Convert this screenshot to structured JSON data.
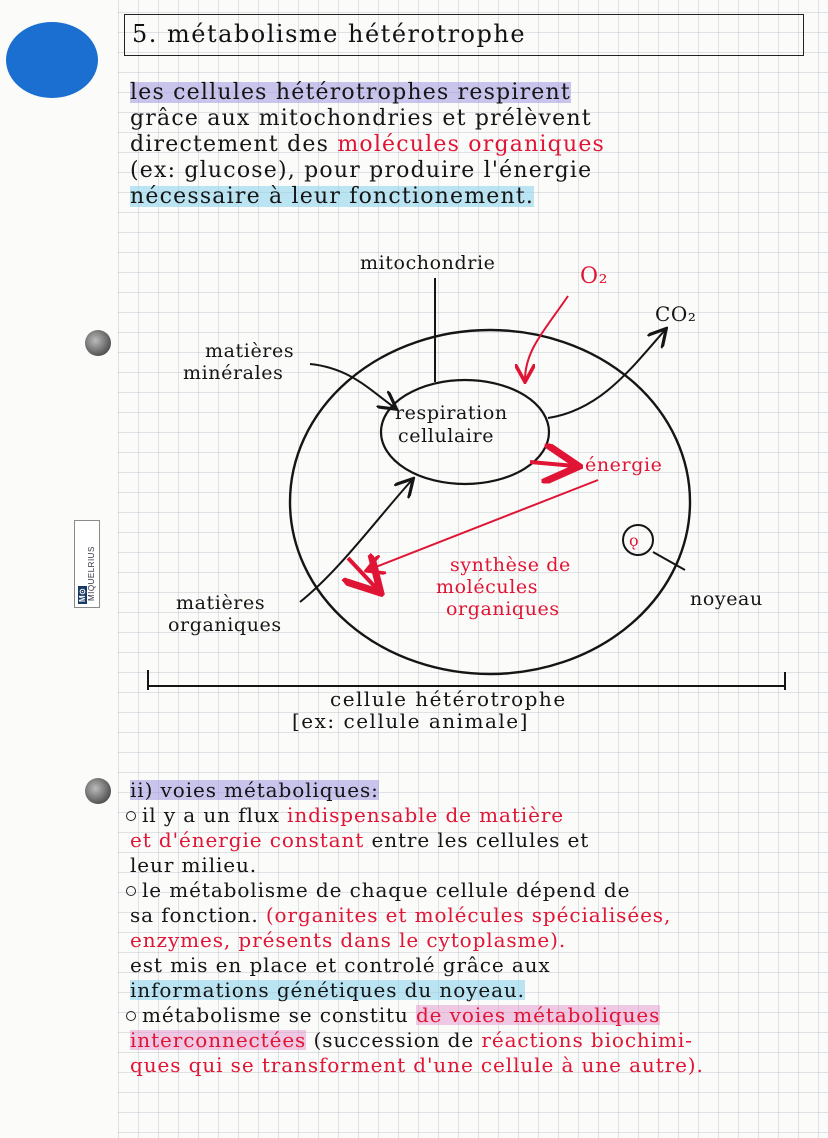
{
  "brand": "MIQUELRIUS",
  "brand_short": "M⊙",
  "title": "5. métabolisme hétérotrophe",
  "intro": {
    "l1a": "les cellules hétérotrophes respirent",
    "l2a": "grâce aux mitochondries et prélèvent",
    "l3a": "directement des ",
    "l3b": "molécules organiques",
    "l4a": "(ex: glucose), pour produire l'énergie",
    "l5a": "nécessaire à leur fonctionement."
  },
  "diagram": {
    "mitochondrie": "mitochondrie",
    "o2": "O₂",
    "co2": "CO₂",
    "matieres_minerales_1": "matières",
    "matieres_minerales_2": "minérales",
    "respiration_1": "respiration",
    "respiration_2": "cellulaire",
    "energie": "énergie",
    "synthese_1": "synthèse de",
    "synthese_2": "molécules",
    "synthese_3": "organiques",
    "matieres_organiques_1": "matières",
    "matieres_organiques_2": "organiques",
    "noyeau": "noyeau",
    "caption_1": "cellule hétérotrophe",
    "caption_2": "[ex: cellule animale]"
  },
  "section2": {
    "heading": "ii) voies métaboliques:",
    "b1_l1a": "il y a un flux ",
    "b1_l1b": "indispensable de matière",
    "b1_l2a": "et d'énergie constant",
    "b1_l2b": " entre les cellules et",
    "b1_l3": "leur milieu.",
    "b2_l1": "le métabolisme de chaque cellule dépend de",
    "b2_l2a": "sa fonction. ",
    "b2_l2b": "(organites et molécules spécialisées,",
    "b2_l3": "enzymes, présents dans le cytoplasme).",
    "b2_l4": "est mis en place et controlé grâce aux",
    "b2_l5": "informations génétiques du noyeau.",
    "b3_l1a": "métabolisme se constitu ",
    "b3_l1b": "de voies métaboliques",
    "b3_l2a": "interconnectées",
    "b3_l2b": " (succession de ",
    "b3_l2c": "réactions biochimi-",
    "b3_l3": "ques qui se transforment d'une cellule à une autre)."
  },
  "colors": {
    "ink": "#151515",
    "red_ink": "#e01535",
    "highlight_purple": "#a096e1",
    "highlight_cyan": "#87d2eb",
    "highlight_pink": "#e18cc8",
    "blue_dot": "#1a6fd0"
  }
}
